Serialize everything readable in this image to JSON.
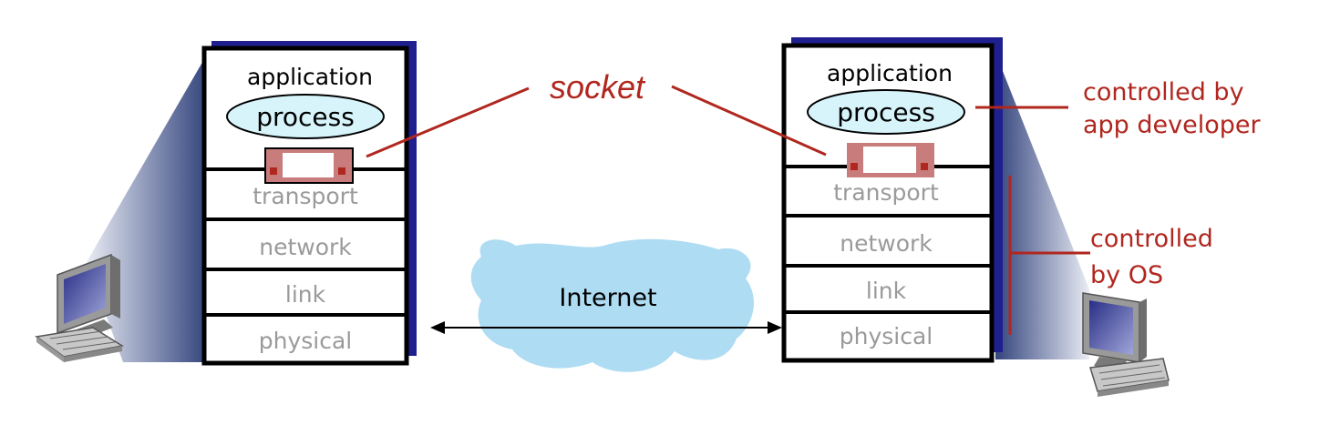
{
  "left_host": {
    "application_label": "application",
    "process_label": "process",
    "layers": [
      "transport",
      "network",
      "link",
      "physical"
    ]
  },
  "right_host": {
    "application_label": "application",
    "process_label": "process",
    "layers": [
      "transport",
      "network",
      "link",
      "physical"
    ]
  },
  "socket_label": "socket",
  "internet_label": "Internet",
  "annotations": {
    "app_developer": [
      "controlled by",
      "app developer"
    ],
    "os": [
      "controlled",
      "by OS"
    ]
  },
  "colors": {
    "stack_shadow": "#1f1f8f",
    "socket_red": "#b0271f",
    "socket_box": "#c87c7c",
    "process_fill": "#d7f4fb",
    "cloud_fill": "#aedcf3",
    "gradient_dark": "#3d4f86"
  },
  "icons": [
    "desktop-computer-icon",
    "desktop-computer-icon"
  ]
}
